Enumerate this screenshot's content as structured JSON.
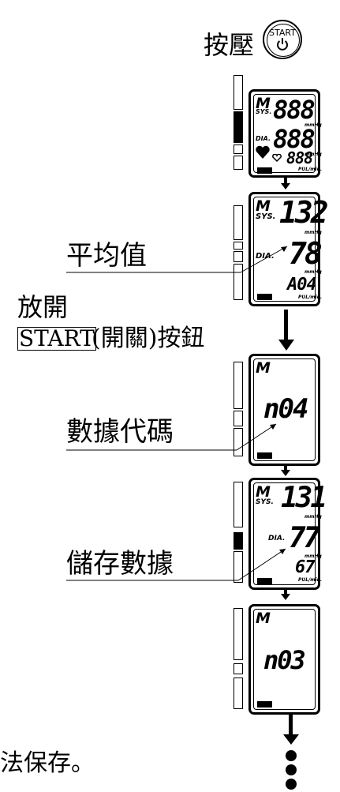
{
  "step_press": {
    "label": "按壓",
    "button_text": "START"
  },
  "labels": {
    "average": "平均值",
    "release_line1": "放開",
    "release_start": "START",
    "release_rest": "(開關)按鈕",
    "data_code": "數據代碼",
    "stored_data": "儲存數據",
    "footer_partial": "法保存。"
  },
  "screens": [
    {
      "memory": "M",
      "sys_label": "SYS.",
      "dia_label": "DIA.",
      "unit_mmhg": "mmHg",
      "unit_pulse": "PUL/min.",
      "sys": "888",
      "dia": "888",
      "pulse": "888"
    },
    {
      "memory": "M",
      "sys_label": "SYS.",
      "dia_label": "DIA.",
      "unit_mmhg": "mmHg",
      "unit_pulse": "PUL/min.",
      "sys": "132",
      "dia": "78",
      "pulse": "A04"
    },
    {
      "memory": "M",
      "code": "n04"
    },
    {
      "memory": "M",
      "sys_label": "SYS.",
      "dia_label": "DIA.",
      "unit_mmhg": "mmHg",
      "unit_pulse": "PUL/min.",
      "sys": "131",
      "dia": "77",
      "pulse": "67"
    },
    {
      "memory": "M",
      "code": "n03"
    }
  ]
}
